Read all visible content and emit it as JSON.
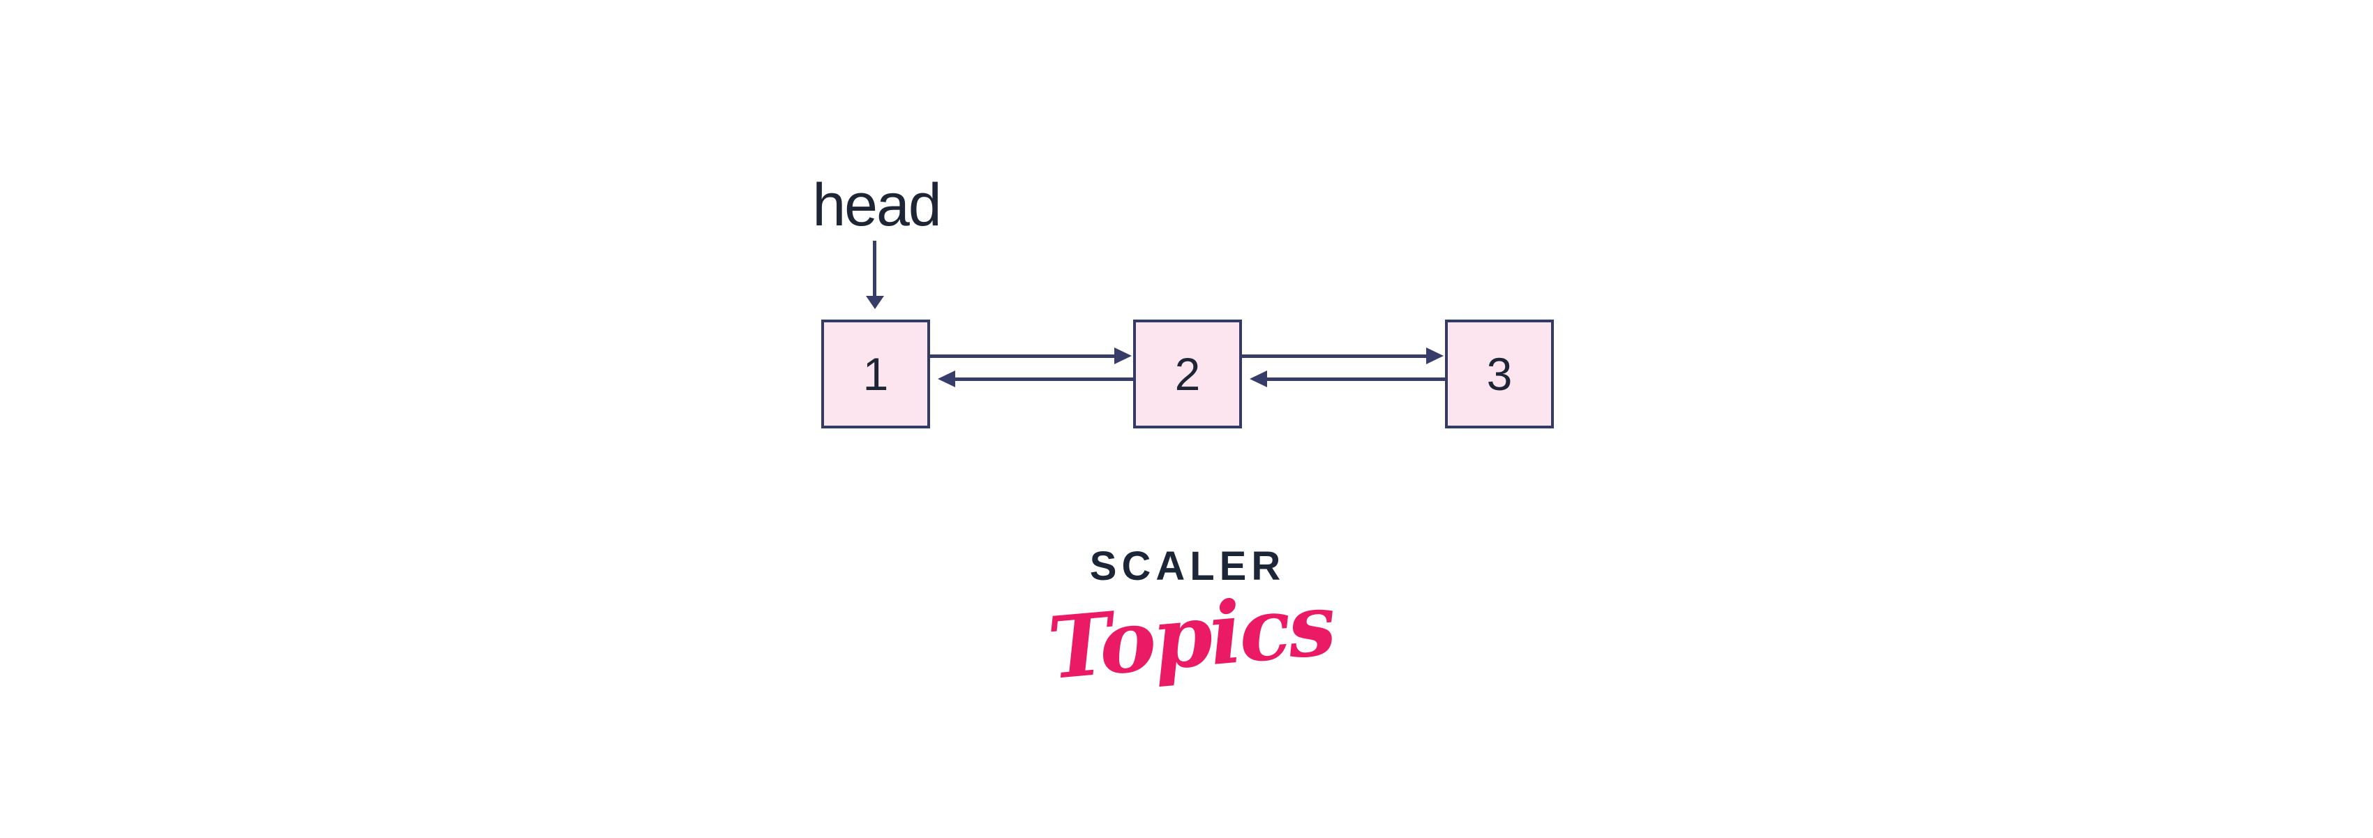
{
  "diagram": {
    "title_hint": "doubly linked list with three nodes",
    "head_label": "head",
    "nodes": [
      {
        "value": "1"
      },
      {
        "value": "2"
      },
      {
        "value": "3"
      }
    ],
    "links": [
      {
        "from": "1",
        "to": "2",
        "type": "next"
      },
      {
        "from": "2",
        "to": "1",
        "type": "prev"
      },
      {
        "from": "2",
        "to": "3",
        "type": "next"
      },
      {
        "from": "3",
        "to": "2",
        "type": "prev"
      }
    ]
  },
  "logo": {
    "brand": "SCALER",
    "sub": "Topics"
  },
  "colors": {
    "background": "#ffffff",
    "diagram_ink": "#1e2535",
    "arrow": "#373d68",
    "node_fill": "#fce5ee",
    "node_border": "#333a63",
    "logo_navy": "#1c2636",
    "logo_pink": "#ea1b64"
  }
}
